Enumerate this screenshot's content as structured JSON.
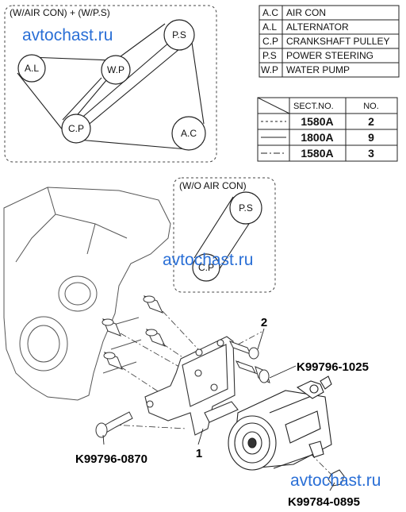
{
  "diagram": {
    "box1_title": "(W/AIR CON) + (W/P.S)",
    "box1_pulleys": [
      "P.S",
      "A.L",
      "W.P",
      "C.P",
      "A.C"
    ],
    "box2_title": "(W/O AIR CON)",
    "box2_pulleys": [
      "P.S",
      "C.P"
    ],
    "legend": [
      {
        "code": "A.C",
        "name": "AIR CON"
      },
      {
        "code": "A.L",
        "name": "ALTERNATOR"
      },
      {
        "code": "C.P",
        "name": "CRANKSHAFT PULLEY"
      },
      {
        "code": "P.S",
        "name": "POWER STEERING"
      },
      {
        "code": "W.P",
        "name": "WATER PUMP"
      }
    ],
    "sect_table": {
      "headers": [
        "SECT.NO.",
        "NO."
      ],
      "rows": [
        {
          "line": "dashed",
          "sect": "1580A",
          "no": "2"
        },
        {
          "line": "solid",
          "sect": "1800A",
          "no": "9"
        },
        {
          "line": "dash-dot",
          "sect": "1580A",
          "no": "3"
        }
      ]
    },
    "callouts": {
      "c2": "2",
      "c1": "1"
    },
    "part_numbers": {
      "p1025": "K99796-1025",
      "p0870": "K99796-0870",
      "p0895": "K99784-0895"
    },
    "watermarks": [
      "avtochast.ru",
      "avtochast.ru",
      "avtochast.ru"
    ]
  }
}
